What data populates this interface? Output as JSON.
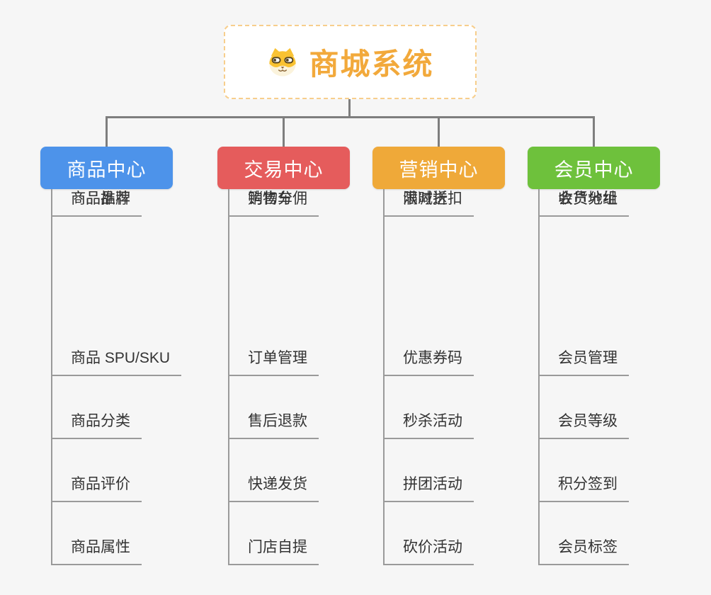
{
  "root": {
    "title": "商城系统",
    "icon": "dog-face-icon"
  },
  "colors": {
    "root_accent": "#F2A93B",
    "root_border": "#F7CE8C",
    "connector": "#7E7E7E",
    "leaf_line": "#9A9A9A",
    "leaf_text": "#333333",
    "background": "#F6F6F6",
    "branch_product": "#4D93EA",
    "branch_trade": "#E55C5C",
    "branch_marketing": "#EFA939",
    "branch_member": "#6EC13C"
  },
  "branches": [
    {
      "label": "商品中心",
      "color": "#4D93EA",
      "items": [
        "商品 SPU/SKU",
        "商品分类",
        "商品评价",
        "商品属性",
        "商品推荐",
        "商品品牌"
      ]
    },
    {
      "label": "交易中心",
      "color": "#E55C5C",
      "items": [
        "订单管理",
        "售后退款",
        "快递发货",
        "门店自提",
        "购物车",
        "销售分佣"
      ]
    },
    {
      "label": "营销中心",
      "color": "#EFA939",
      "items": [
        "优惠券码",
        "秒杀活动",
        "拼团活动",
        "砍价活动",
        "限时折扣",
        "满减送"
      ]
    },
    {
      "label": "会员中心",
      "color": "#6EC13C",
      "items": [
        "会员管理",
        "会员等级",
        "积分签到",
        "会员标签",
        "会员分组",
        "收货地址"
      ]
    }
  ]
}
